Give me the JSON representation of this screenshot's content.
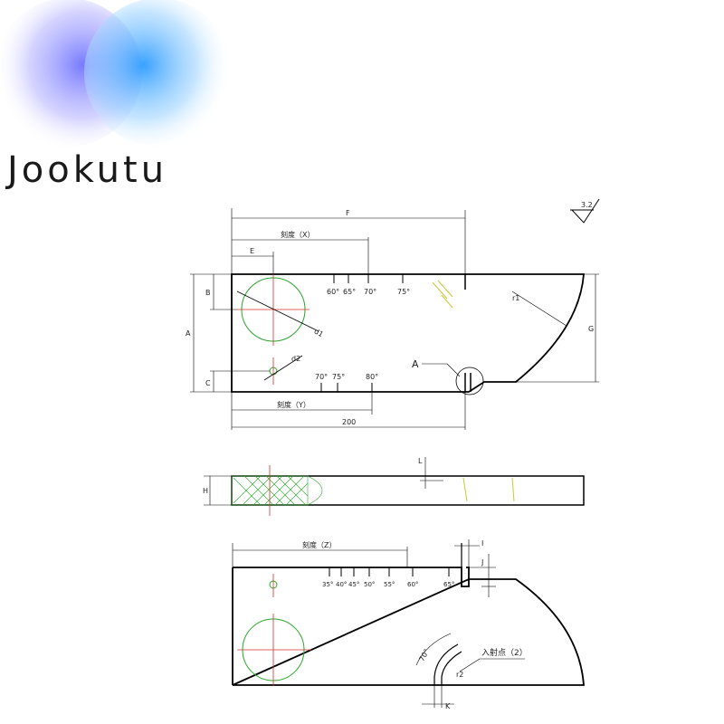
{
  "brand": {
    "name": "Jookutu",
    "colors": {
      "left": "#8a86ff",
      "right": "#3aa6ff"
    }
  },
  "surface_roughness": "3.2",
  "colors": {
    "outline": "#000000",
    "hole": "#2aa52a",
    "crosshair": "#d0322a",
    "wedge": "#c8c832"
  },
  "top_view": {
    "dims": {
      "F": "F",
      "E": "E",
      "A": "A",
      "B": "B",
      "C": "C",
      "G": "G",
      "r1": "r1",
      "d1": "d1",
      "d2": "d2",
      "length": "200"
    },
    "scale_x_label": "刻度（X）",
    "scale_y_label": "刻度（Y）",
    "scale_x_ticks": [
      "60°",
      "65°",
      "70°",
      "75°"
    ],
    "scale_y_ticks": [
      "70°",
      "75°",
      "80°"
    ],
    "detail_label": "A"
  },
  "side_view": {
    "dims": {
      "H": "H",
      "L": "L"
    }
  },
  "bottom_view": {
    "scale_z_label": "刻度（Z）",
    "scale_z_ticks": [
      "35°",
      "40°",
      "45°",
      "50°",
      "55°",
      "60°",
      "65°"
    ],
    "dims": {
      "I": "I",
      "J": "J",
      "K": "K",
      "r2": "r2"
    },
    "arc_angle": "70°",
    "incidence_label": "入射点（2）"
  }
}
